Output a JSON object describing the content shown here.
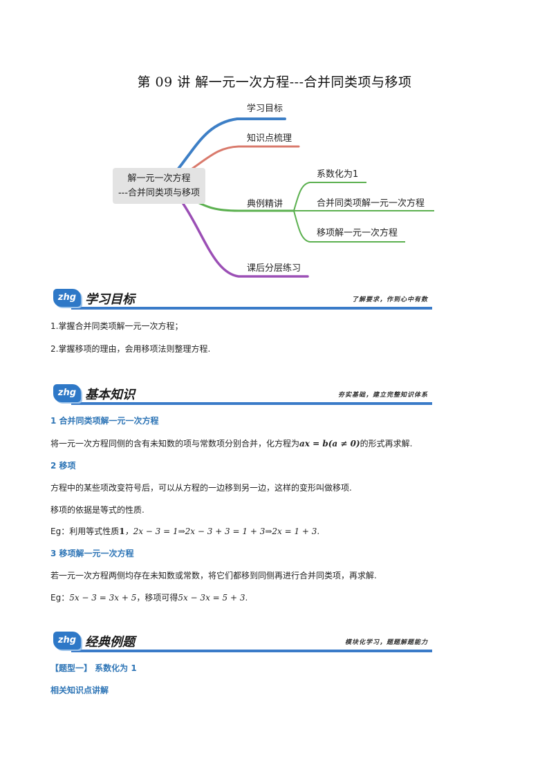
{
  "title": "第 09 讲  解一元一次方程---合并同类项与移项",
  "mindmap": {
    "center_line1": "解一元一次方程",
    "center_line2": "---合并同类项与移项",
    "branches": [
      "学习目标",
      "知识点梳理",
      "典例精讲",
      "课后分层练习"
    ],
    "sub_branches": [
      "系数化为1",
      "合并同类项解一元一次方程",
      "移项解一元一次方程"
    ],
    "colors": {
      "blue": "#3d7fc6",
      "red": "#d97a6c",
      "green": "#5bb04f",
      "purple": "#9b4fb5"
    }
  },
  "sections": {
    "goals": {
      "badge": "zhg",
      "title": "学习目标",
      "slogan": "了解要求，作到心中有数",
      "items": [
        "1.掌握合并同类项解一元一次方程；",
        "2.掌握移项的理由，会用移项法则整理方程."
      ]
    },
    "knowledge": {
      "badge": "zhg",
      "title": "基本知识",
      "slogan": "夯实基础，建立完整知识体系",
      "h1": "1  合并同类项解一元一次方程",
      "p1_pre": "将一元一次方程同侧的含有未知数的项与常数项分别合并，化方程为",
      "p1_math": "ax = b(a ≠ 0)",
      "p1_post": "的形式再求解.",
      "h2": "2  移项",
      "p2": "方程中的某些项改变符号后，可以从方程的一边移到另一边，这样的变形叫做移项.",
      "p3": "移项的依据是等式的性质.",
      "eg1_pre": "Eg：利用等式性质",
      "eg1_num": "1",
      "eg1_math": "，2x − 3 = 1⇒2x − 3 + 3 = 1 + 3⇒2x = 1 + 3.",
      "h3": "3  移项解一元一次方程",
      "p4": "若一元一次方程两侧均存在未知数或常数，将它们都移到同侧再进行合并同类项，再求解.",
      "eg2_pre": "Eg：",
      "eg2_math1": "5x − 3 = 3x + 5",
      "eg2_mid": "，移项可得",
      "eg2_math2": "5x − 3x = 5 + 3."
    },
    "examples": {
      "badge": "zhg",
      "title": "经典例题",
      "slogan": "模块化学习，题题解题能力",
      "type1": "【题型一】  系数化为 1",
      "related": "相关知识点讲解"
    }
  }
}
